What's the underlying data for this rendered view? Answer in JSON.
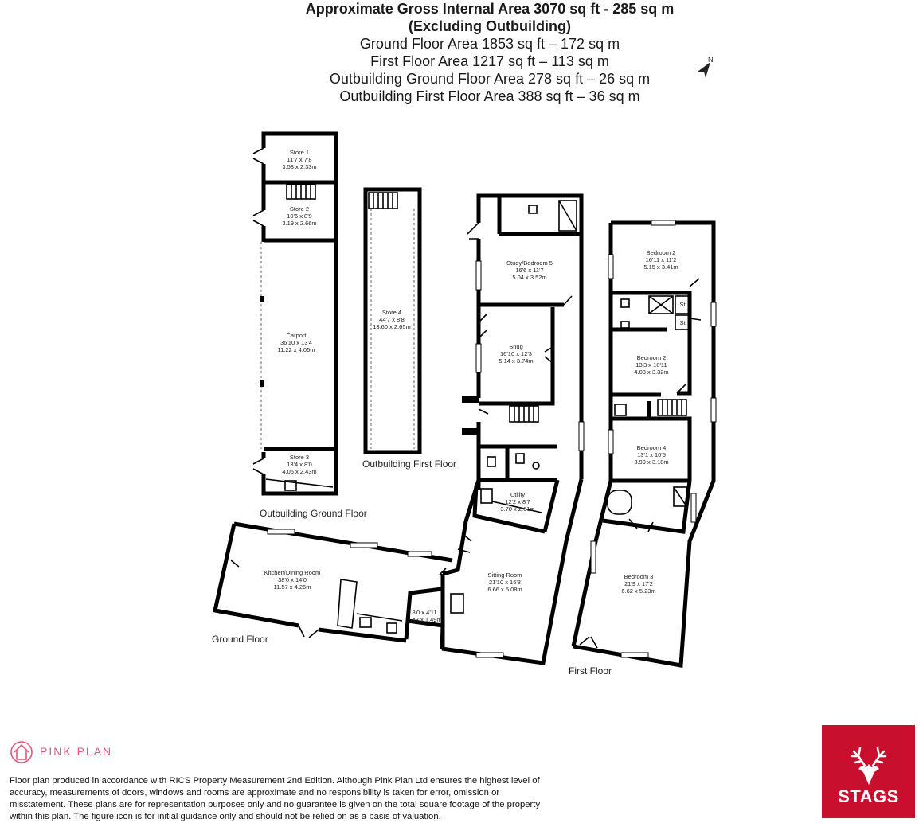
{
  "header": {
    "line1": "Approximate Gross Internal Area 3070 sq ft - 285 sq m",
    "line2": "(Excluding Outbuilding)",
    "line3": "Ground Floor Area 1853 sq ft – 172 sq m",
    "line4": "First Floor Area 1217 sq ft – 113 sq m",
    "line5": "Outbuilding Ground Floor Area 278 sq ft – 26 sq m",
    "line6": "Outbuilding First Floor Area 388 sq ft – 36 sq m"
  },
  "compass": {
    "label": "N"
  },
  "floors": {
    "outbuilding_ground": "Outbuilding Ground Floor",
    "outbuilding_first": "Outbuilding First Floor",
    "ground": "Ground Floor",
    "first": "First Floor"
  },
  "rooms": {
    "store1": {
      "name": "Store 1",
      "imperial": "11'7 x 7'8",
      "metric": "3.53 x 2.33m"
    },
    "store2": {
      "name": "Store 2",
      "imperial": "10'6 x 8'9",
      "metric": "3.19 x 2.66m"
    },
    "carport": {
      "name": "Carport",
      "imperial": "36'10 x 13'4",
      "metric": "11.22 x 4.06m"
    },
    "store3": {
      "name": "Store 3",
      "imperial": "13'4 x 8'0",
      "metric": "4.06 x 2.43m"
    },
    "store4": {
      "name": "Store 4",
      "imperial": "44'7 x 8'8",
      "metric": "13.60 x 2.65m"
    },
    "study": {
      "name": "Study/Bedroom 5",
      "imperial": "16'6 x 11'7",
      "metric": "5.04 x 3.52m"
    },
    "snug": {
      "name": "Snug",
      "imperial": "16'10 x 12'3",
      "metric": "5.14 x 3.74m"
    },
    "utility": {
      "name": "Utility",
      "imperial": "12'2 x 8'7",
      "metric": "3.70 x 2.61m"
    },
    "sitting": {
      "name": "Sitting Room",
      "imperial": "21'10 x 16'8",
      "metric": "6.66 x 5.08m"
    },
    "kitchen": {
      "name": "Kitchen/Dining Room",
      "imperial": "38'0 x 14'0",
      "metric": "11.57 x 4.26m"
    },
    "pantry": {
      "imperial": "8'0 x 4'11",
      "metric": "2.43 x 1.49m"
    },
    "bed2a": {
      "name": "Bedroom 2",
      "imperial": "16'11 x 11'2",
      "metric": "5.15 x 3.41m"
    },
    "bed2b": {
      "name": "Bedroom 2",
      "imperial": "13'3 x 10'11",
      "metric": "4.03 x 3.32m"
    },
    "bed4": {
      "name": "Bedroom 4",
      "imperial": "13'1 x 10'5",
      "metric": "3.99 x 3.18m"
    },
    "bed3": {
      "name": "Bedroom 3",
      "imperial": "21'9 x 17'2",
      "metric": "6.62 x 5.23m"
    },
    "st1": {
      "name": "St"
    },
    "st2": {
      "name": "St"
    }
  },
  "brand": {
    "pinkplan": "PINK PLAN",
    "stags": "STAGS",
    "pink_color": "#e05a7a",
    "stags_color": "#c8102e"
  },
  "disclaimer": "Floor plan produced in accordance with RICS Property Measurement 2nd Edition. Although Pink Plan Ltd ensures the highest level of accuracy, measurements of doors, windows and rooms are approximate and no responsibility is taken for error, omission or misstatement. These plans are for representation purposes only and no guarantee is given on the total square footage of the property within this plan. The figure icon is for initial guidance only and should not be relied on as a basis of valuation."
}
